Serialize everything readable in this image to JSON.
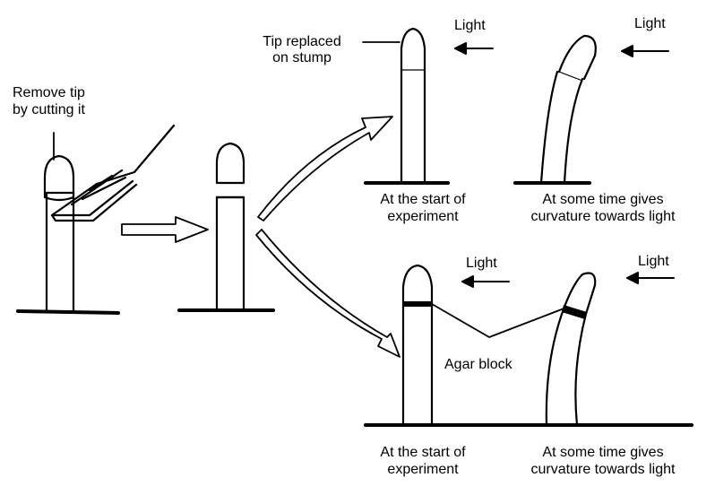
{
  "labels": {
    "remove_tip": [
      "Remove tip",
      "by cutting it"
    ],
    "tip_replaced": [
      "Tip replaced",
      "on stump"
    ],
    "agar_block": "Agar block",
    "light": "Light",
    "start_caption": [
      "At the start of",
      "experiment"
    ],
    "later_caption": [
      "At some time gives",
      "curvature towards light"
    ]
  },
  "colors": {
    "ink": "#000000",
    "paper": "#ffffff"
  }
}
